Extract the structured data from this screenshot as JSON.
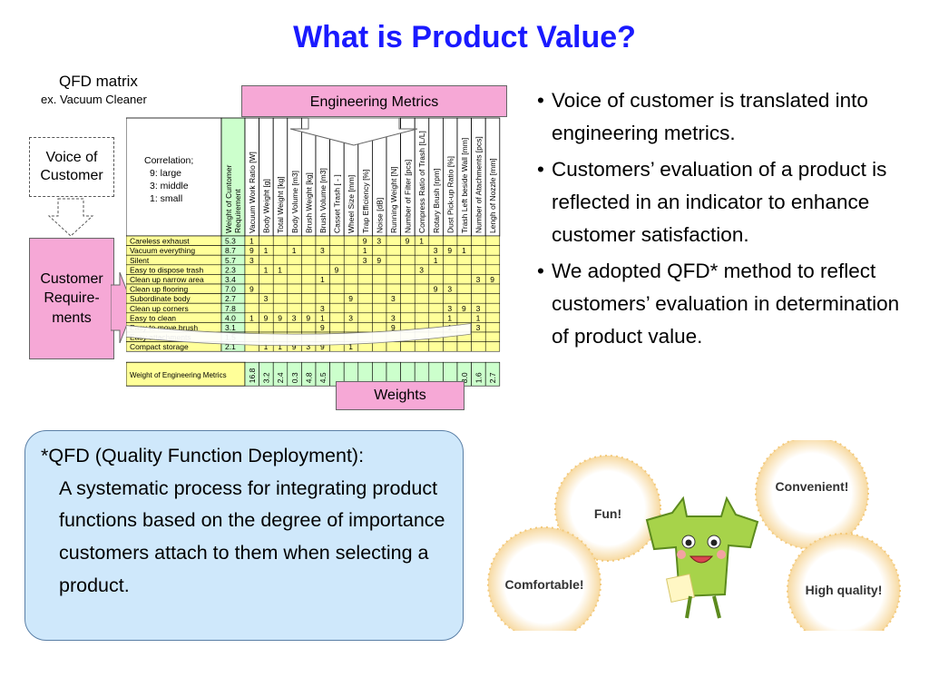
{
  "title": "What is Product Value?",
  "qfd": {
    "label": "QFD matrix",
    "sub": "ex. Vacuum Cleaner",
    "voice_of_customer": [
      "Voice of",
      "Customer"
    ],
    "customer_requirements": [
      "Customer",
      "Require-",
      "ments"
    ],
    "engineering_metrics": "Engineering Metrics",
    "weights_label": "Weights",
    "correlation": [
      "Correlation;",
      "9: large",
      "3: middle",
      "1: small"
    ],
    "weight_header": [
      "Weight of Cuntomer",
      "Requirement"
    ],
    "metrics": [
      "Vacuum Work Ratio [W]",
      "Body Weight [g]",
      "Total Weight [kg]",
      "Body Volume [m3]",
      "Brush Weight [kg]",
      "Brush Volume [m3]",
      "Casset Trash [ - ]",
      "Wheel Size [mm]",
      "Trap Efficiency [%]",
      "Noise [dB]",
      "Running Weight [N]",
      "Number of Filter [pcs]",
      "Compress Ratio of Trash [L/L]",
      "Rotary Brush [rpm]",
      "Dust Pick-up Ratio [%]",
      "Trash Left beside Wall [mm]",
      "Number of Atachments [pcs]",
      "Lengh of Nozzle [mm]"
    ],
    "requirements": [
      {
        "name": "Careless exhaust",
        "weight": "5.3",
        "cells": [
          "1",
          "",
          "",
          "",
          "",
          "",
          "",
          "",
          "9",
          "3",
          "",
          "9",
          "1",
          "",
          "",
          "",
          "",
          ""
        ]
      },
      {
        "name": "Vacuum everything",
        "weight": "8.7",
        "cells": [
          "9",
          "1",
          "",
          "1",
          "",
          "3",
          "",
          "",
          "1",
          "",
          "",
          "",
          "",
          "3",
          "9",
          "1",
          "",
          ""
        ]
      },
      {
        "name": "Silent",
        "weight": "5.7",
        "cells": [
          "3",
          "",
          "",
          "",
          "",
          "",
          "",
          "",
          "3",
          "9",
          "",
          "",
          "",
          "1",
          "",
          "",
          "",
          ""
        ]
      },
      {
        "name": "Easy to dispose trash",
        "weight": "2.3",
        "cells": [
          "",
          "1",
          "1",
          "",
          "",
          "",
          "9",
          "",
          "",
          "",
          "",
          "",
          "3",
          "",
          "",
          "",
          "",
          ""
        ]
      },
      {
        "name": "Clean up narrow area",
        "weight": "3.4",
        "cells": [
          "",
          "",
          "",
          "",
          "",
          "1",
          "",
          "",
          "",
          "",
          "",
          "",
          "",
          "",
          "",
          "",
          "3",
          "9"
        ]
      },
      {
        "name": "Clean up flooring",
        "weight": "7.0",
        "cells": [
          "9",
          "",
          "",
          "",
          "",
          "",
          "",
          "",
          "",
          "",
          "",
          "",
          "",
          "9",
          "3",
          "",
          "",
          ""
        ]
      },
      {
        "name": "Subordinate body",
        "weight": "2.7",
        "cells": [
          "",
          "3",
          "",
          "",
          "",
          "",
          "",
          "9",
          "",
          "",
          "3",
          "",
          "",
          "",
          "",
          "",
          "",
          ""
        ]
      },
      {
        "name": "Clean up corners",
        "weight": "7.8",
        "cells": [
          "",
          "",
          "",
          "",
          "",
          "3",
          "",
          "",
          "",
          "",
          "",
          "",
          "",
          "",
          "3",
          "9",
          "3",
          ""
        ]
      },
      {
        "name": "Easy to clean",
        "weight": "4.0",
        "cells": [
          "1",
          "9",
          "9",
          "3",
          "9",
          "1",
          "",
          "3",
          "",
          "",
          "3",
          "",
          "",
          "",
          "1",
          "",
          "1",
          ""
        ]
      },
      {
        "name": "Easy to move brush",
        "weight": "3.1",
        "cells": [
          "",
          "",
          "",
          "",
          "",
          "9",
          "",
          "",
          "",
          "",
          "9",
          "",
          "",
          "",
          "1",
          "",
          "3",
          ""
        ]
      },
      {
        "name": "Easy attachments",
        "weight": "1.5",
        "cells": [
          "",
          "",
          "",
          "",
          "",
          "",
          "",
          "",
          "",
          "",
          "",
          "",
          "",
          "",
          "",
          "",
          "",
          ""
        ]
      },
      {
        "name": "Compact storage",
        "weight": "2.1",
        "cells": [
          "",
          "1",
          "1",
          "9",
          "3",
          "9",
          "",
          "1",
          "",
          "",
          "",
          "",
          "",
          "",
          "",
          "",
          "",
          ""
        ]
      }
    ],
    "weight_row_label": "Weight of Engineering Metrics",
    "weight_row": [
      "16.8",
      "3.2",
      "2.4",
      "0.3",
      "4.8",
      "4.5",
      "",
      "",
      "",
      "",
      "",
      "",
      "",
      "",
      "",
      "8.0",
      "1.6",
      "2.7"
    ]
  },
  "bullets": [
    "Voice of customer is translated into engineering metrics.",
    "Customers’ evaluation of a product is reflected in an indicator to enhance customer satisfaction.",
    "We adopted QFD* method to reflect customers’ evaluation in determination of product value."
  ],
  "qfd_note": {
    "first": "*QFD (Quality Function Deployment):",
    "rest": "A systematic process for integrating product functions based on the degree of importance customers attach to them when selecting a product."
  },
  "mascot_bubbles": [
    "Fun!",
    "Convenient!",
    "Comfortable!",
    "High quality!"
  ],
  "colors": {
    "title": "#1a1aff",
    "pink": "#f6a8d6",
    "matrix_yellow": "#ffff99",
    "matrix_green": "#ccffcc",
    "note_bg": "#cfe8fb"
  }
}
